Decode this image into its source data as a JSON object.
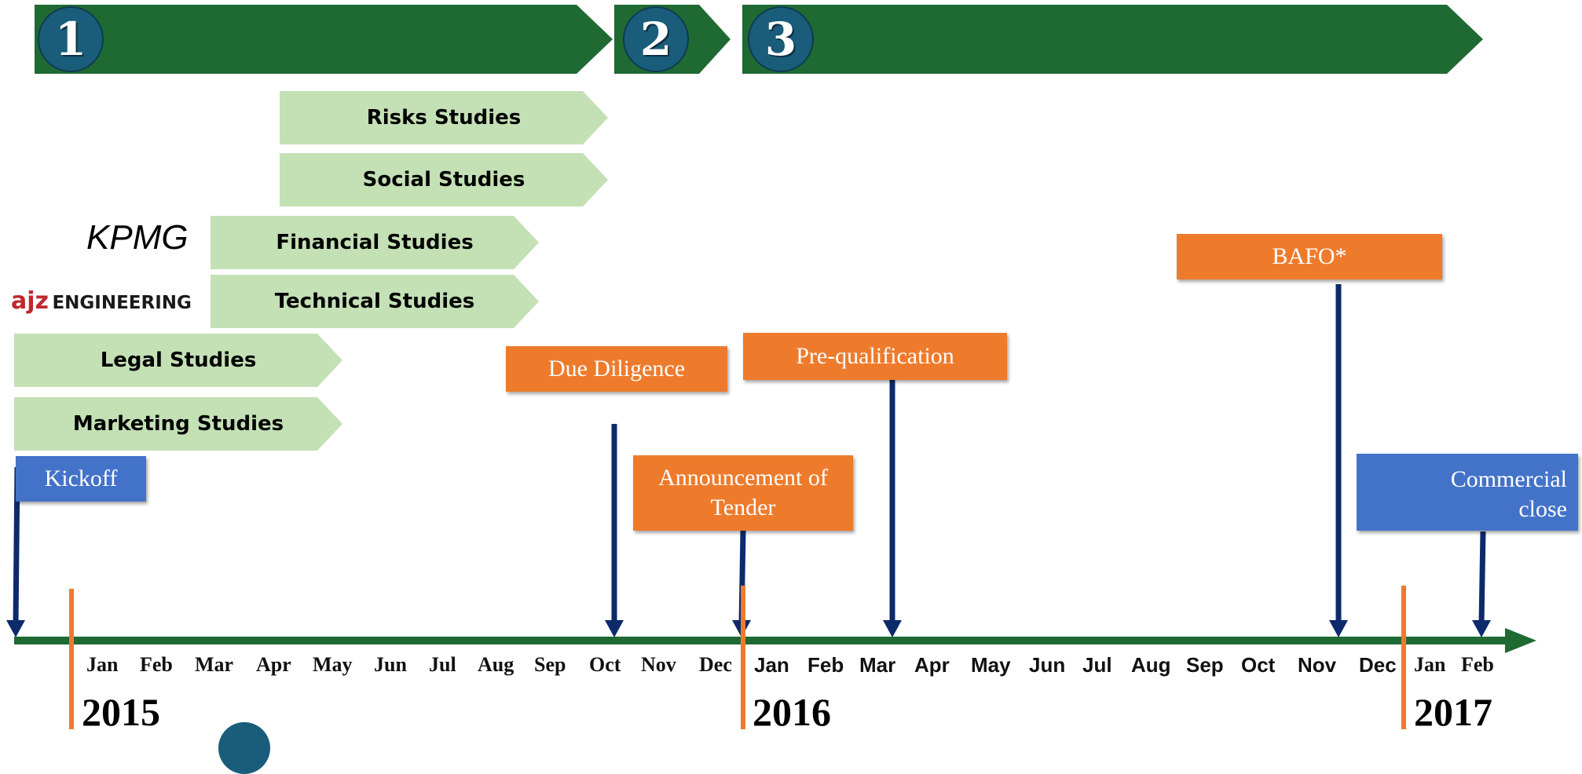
{
  "phases": [
    {
      "number": "1"
    },
    {
      "number": "2"
    },
    {
      "number": "3"
    }
  ],
  "consultants": {
    "kpmg": "KPMG",
    "ajz": {
      "prefix": "ajz",
      "suffix": "ENGINEERING"
    }
  },
  "studies": [
    {
      "label": "Risks Studies"
    },
    {
      "label": "Social Studies"
    },
    {
      "label": "Financial Studies"
    },
    {
      "label": "Technical Studies"
    },
    {
      "label": "Legal Studies"
    },
    {
      "label": "Marketing Studies"
    }
  ],
  "milestones": {
    "kickoff": "Kickoff",
    "due_diligence": "Due Diligence",
    "announcement": "Announcement of Tender",
    "prequalification": "Pre-qualification",
    "bafo": "BAFO*",
    "commercial_close": "Commercial close"
  },
  "timeline": {
    "months_2015": [
      "Jan",
      "Feb",
      "Mar",
      "Apr",
      "May",
      "Jun",
      "Jul",
      "Aug",
      "Sep",
      "Oct",
      "Nov",
      "Dec"
    ],
    "months_2016": [
      "Jan",
      "Feb",
      "Mar",
      "Apr",
      "May",
      "Jun",
      "Jul",
      "Aug",
      "Sep",
      "Oct",
      "Nov",
      "Dec"
    ],
    "months_2017": [
      "Jan",
      "Feb"
    ],
    "years": [
      "2015",
      "2016",
      "2017"
    ]
  },
  "colors": {
    "phase_green": "#1f6a33",
    "study_green": "#c4e0b5",
    "milestone_orange": "#ee7b2c",
    "milestone_blue": "#4373c9",
    "arrow_navy": "#0d2a6b",
    "badge_teal": "#1a5d7a",
    "ajz_red": "#c0282d"
  }
}
